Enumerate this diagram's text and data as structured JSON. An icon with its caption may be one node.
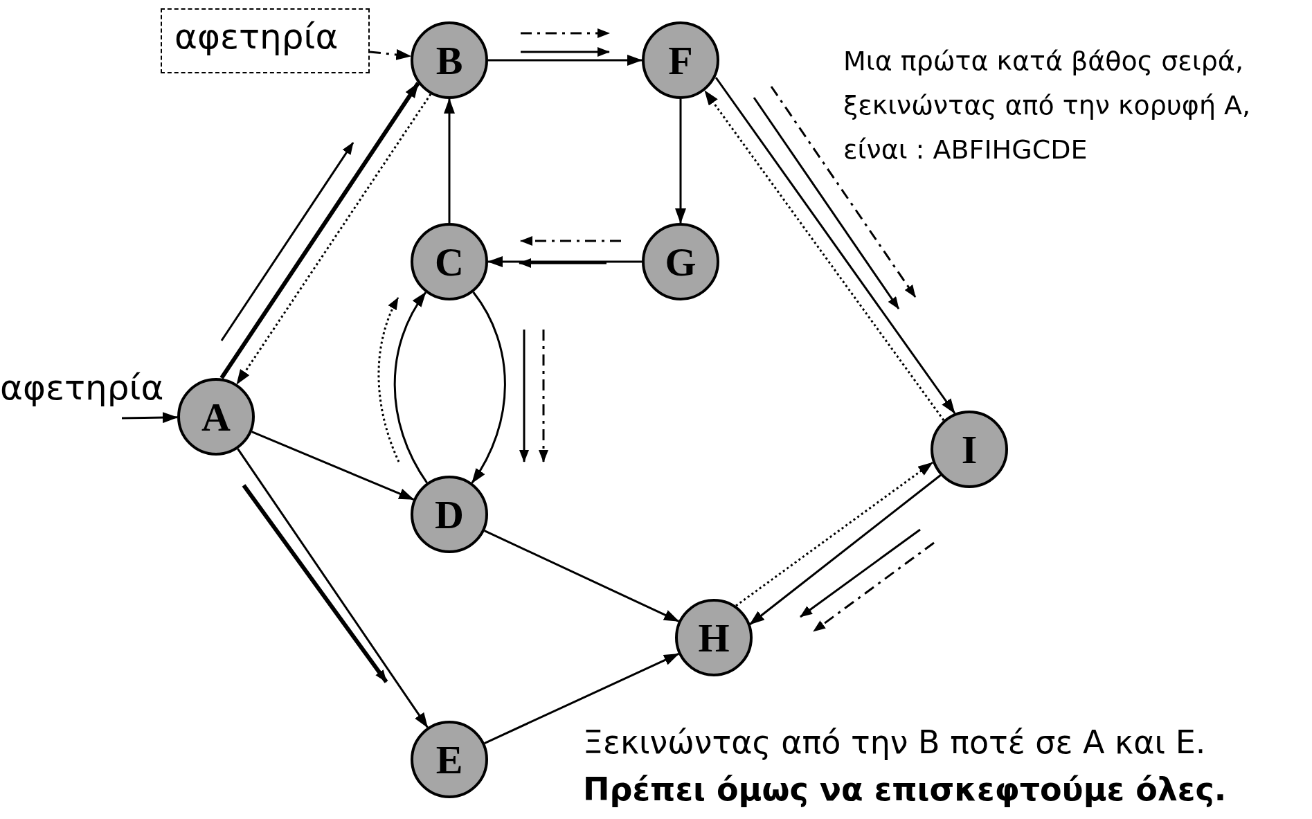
{
  "diagram": {
    "nodes": [
      {
        "text": [
          "αφετηρία"
        ]
      },
      {
        "text": [
          "B"
        ]
      },
      {
        "text": [
          "F"
        ]
      },
      {
        "text": [
          "C"
        ]
      },
      {
        "text": [
          "G"
        ]
      },
      {
        "text": [
          "αφετηρία"
        ]
      },
      {
        "text": [
          "A"
        ]
      },
      {
        "text": [
          "I"
        ]
      },
      {
        "text": [
          "D"
        ]
      },
      {
        "text": [
          "H"
        ]
      },
      {
        "text": [
          "E"
        ]
      }
    ],
    "edges": [
      {
        "from": 0,
        "to": 1,
        "arrow": "to",
        "style": "dashed"
      },
      {
        "from": 1,
        "to": 2,
        "arrow": "to"
      },
      {
        "from": 2,
        "to": 4,
        "arrow": "to"
      },
      {
        "from": 4,
        "to": 3,
        "arrow": "to"
      },
      {
        "from": 3,
        "to": 1,
        "arrow": "to"
      },
      {
        "from": 6,
        "to": 1,
        "arrow": "to",
        "style": "thick"
      },
      {
        "from": 3,
        "to": 8,
        "arrow": "to"
      },
      {
        "from": 8,
        "to": 3,
        "arrow": "to"
      },
      {
        "from": 5,
        "to": 6,
        "arrow": "to"
      },
      {
        "from": 6,
        "to": 8,
        "arrow": "to"
      },
      {
        "from": 6,
        "to": 10,
        "arrow": "to"
      },
      {
        "from": 2,
        "to": 7,
        "arrow": "to"
      },
      {
        "from": 7,
        "to": 9,
        "arrow": "to"
      },
      {
        "from": 8,
        "to": 9,
        "arrow": "to"
      },
      {
        "from": 10,
        "to": 9,
        "arrow": "to"
      },
      {
        "from": 1,
        "to": 6,
        "arrow": "to",
        "style": "dashed"
      },
      {
        "from": 7,
        "to": 2,
        "arrow": "to",
        "style": "dashed"
      },
      {
        "from": 9,
        "to": 7,
        "arrow": "to",
        "style": "dashed"
      }
    ],
    "labels": [
      "Μια πρώτα κατά βάθος σειρά, ξεκινώντας από την κορυφή A, είναι : ABFIHGCDE",
      "Ξεκινώντας από την B ποτέ σε A και E.",
      "Πρέπει όμως να επισκεφτούμε όλες."
    ]
  }
}
